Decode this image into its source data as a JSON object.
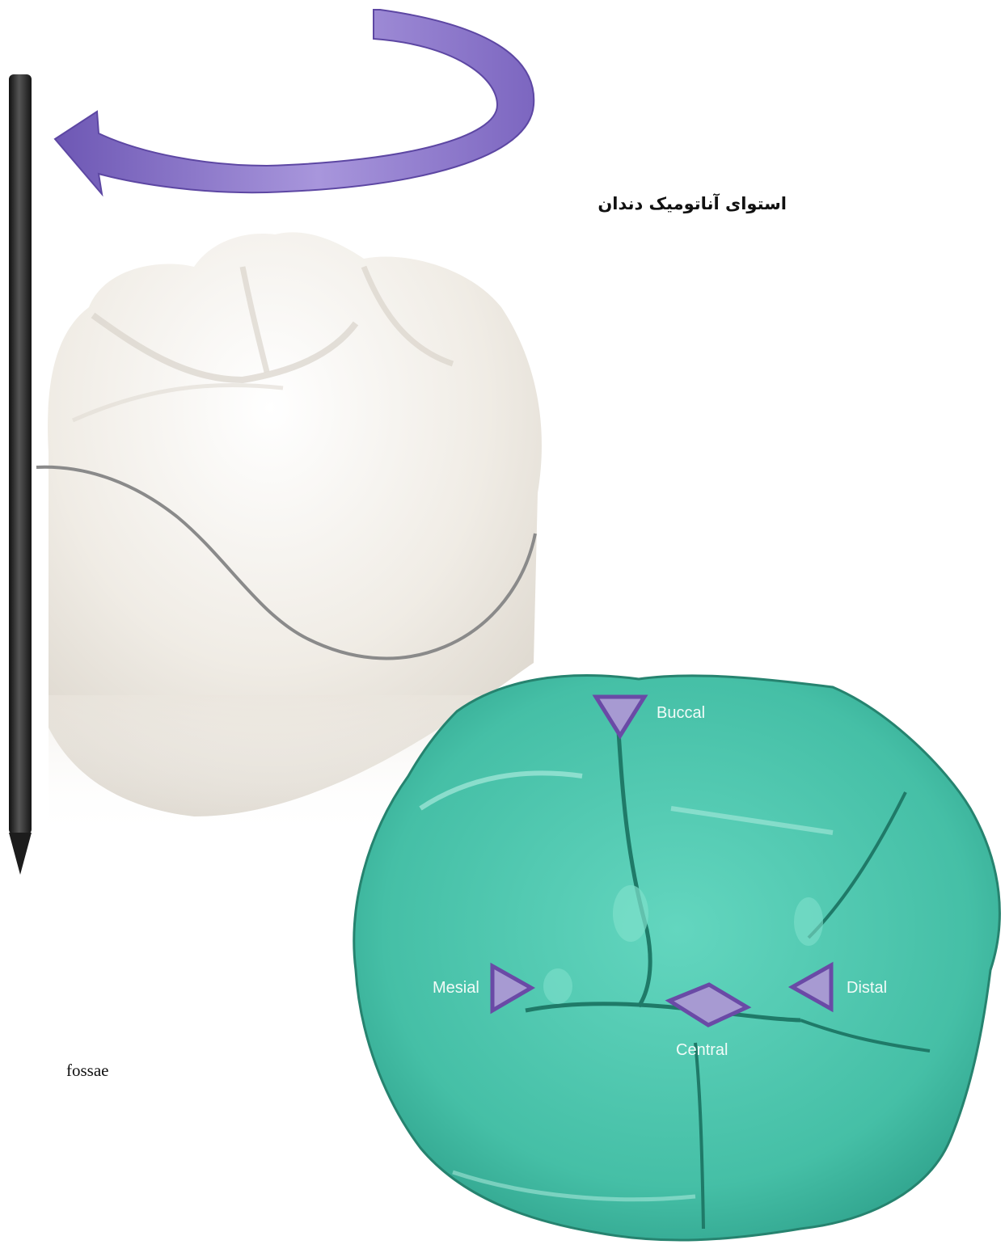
{
  "title_fa": "استوای آناتومیک دندان",
  "caption_en": "fossae",
  "labels": {
    "buccal": "Buccal",
    "mesial": "Mesial",
    "distal": "Distal",
    "central": "Central"
  },
  "colors": {
    "arrow": "#8470c4",
    "marker_fill": "#a79ad2",
    "marker_stroke": "#6a4aa6",
    "occlusal_model": "#4fc8b0",
    "tooth": "#efebe4",
    "probe": "#2b2b2b"
  }
}
